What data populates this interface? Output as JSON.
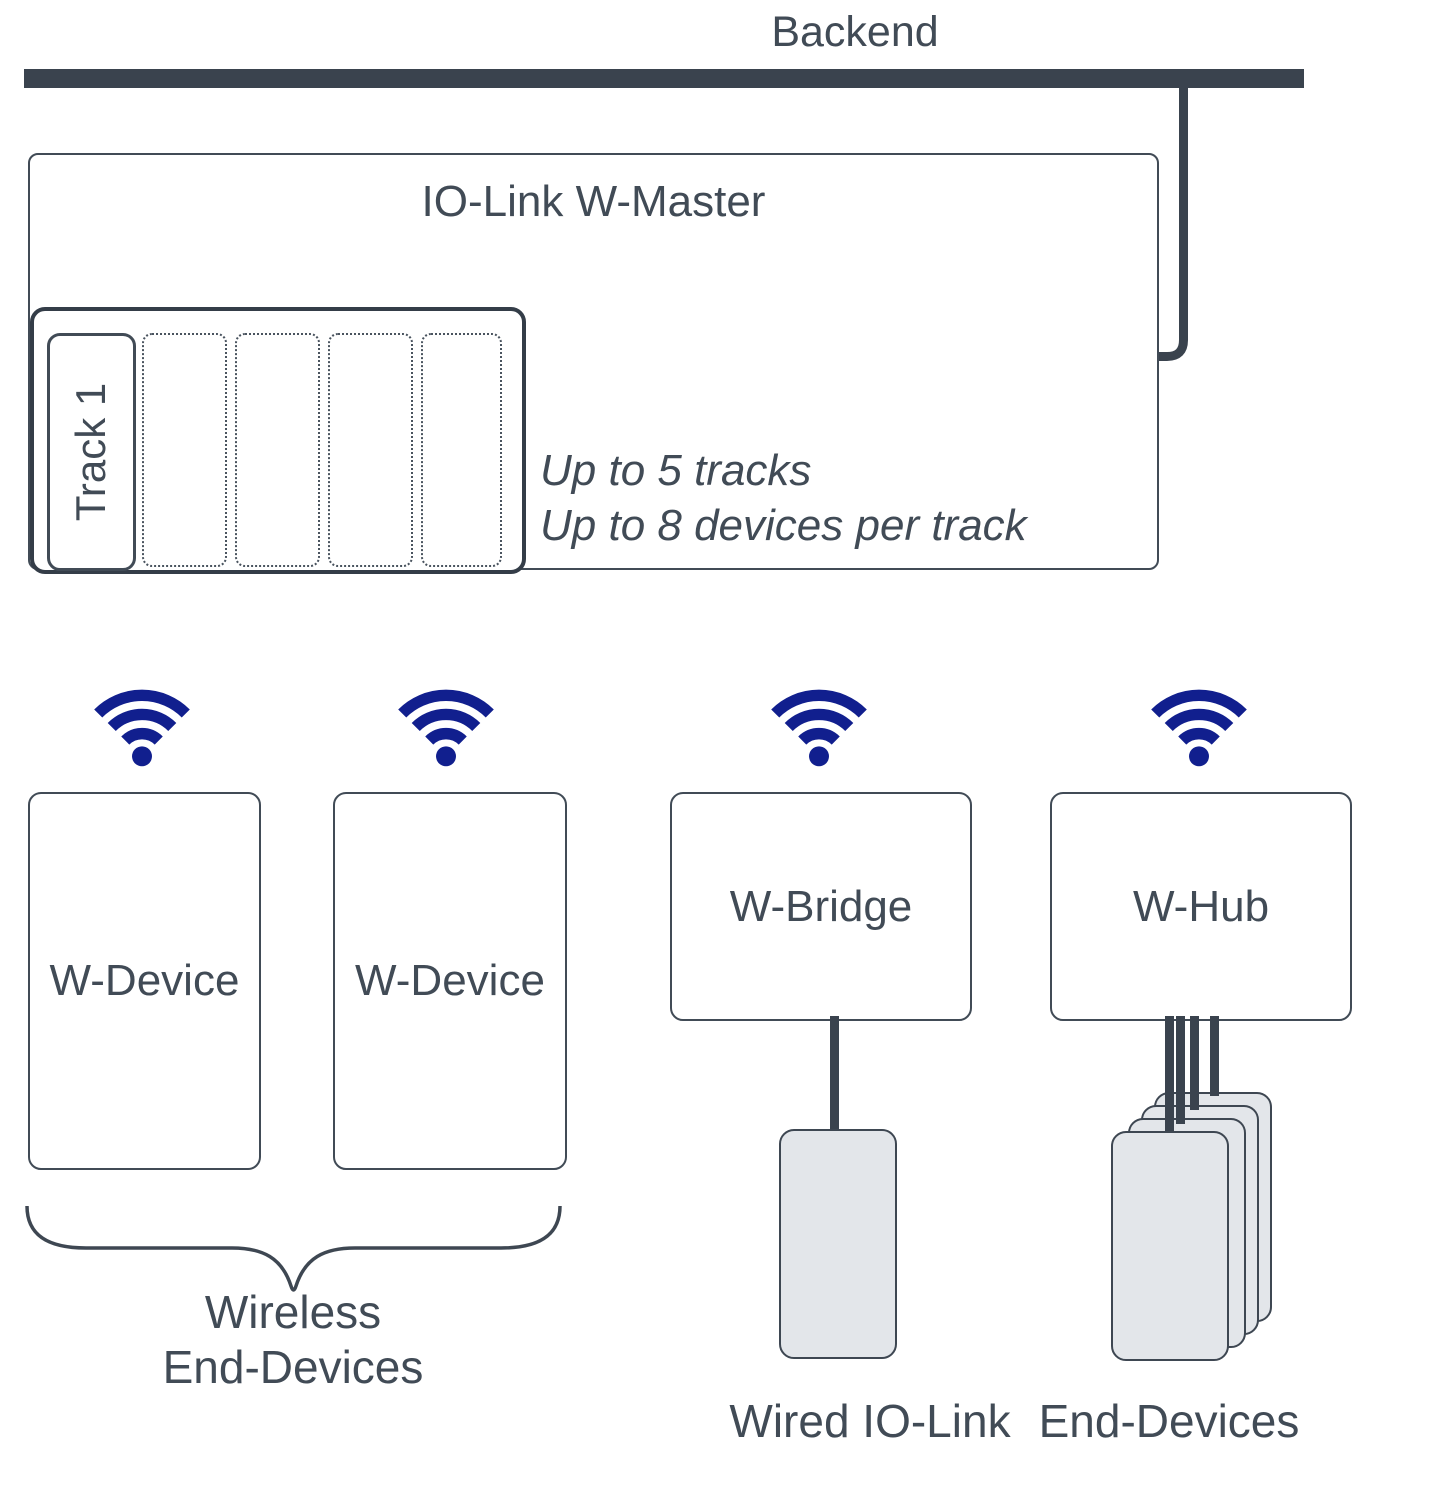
{
  "backend": {
    "label": "Backend"
  },
  "master": {
    "title": "IO-Link W-Master",
    "track": {
      "label": "Track 1"
    },
    "empty_slot_count": 4,
    "notes": [
      "Up to 5 tracks",
      "Up to 8 devices per track"
    ]
  },
  "wireless_nodes": [
    {
      "id": "w-device-1",
      "label": "W-Device"
    },
    {
      "id": "w-device-2",
      "label": "W-Device"
    },
    {
      "id": "w-bridge",
      "label": "W-Bridge"
    },
    {
      "id": "w-hub",
      "label": "W-Hub"
    }
  ],
  "captions": {
    "wireless_group": [
      "Wireless",
      "End-Devices"
    ],
    "wired_device": "Wired IO-Link",
    "hub_devices": "End-Devices"
  },
  "icons": {
    "wifi": "wifi-signal-icon"
  },
  "colors": {
    "line_dark": "#3a434e",
    "border_slate": "#414b56",
    "text": "#414b56",
    "wifi_blue": "#111f8e",
    "device_fill": "#e3e6ea",
    "background": "#ffffff"
  }
}
